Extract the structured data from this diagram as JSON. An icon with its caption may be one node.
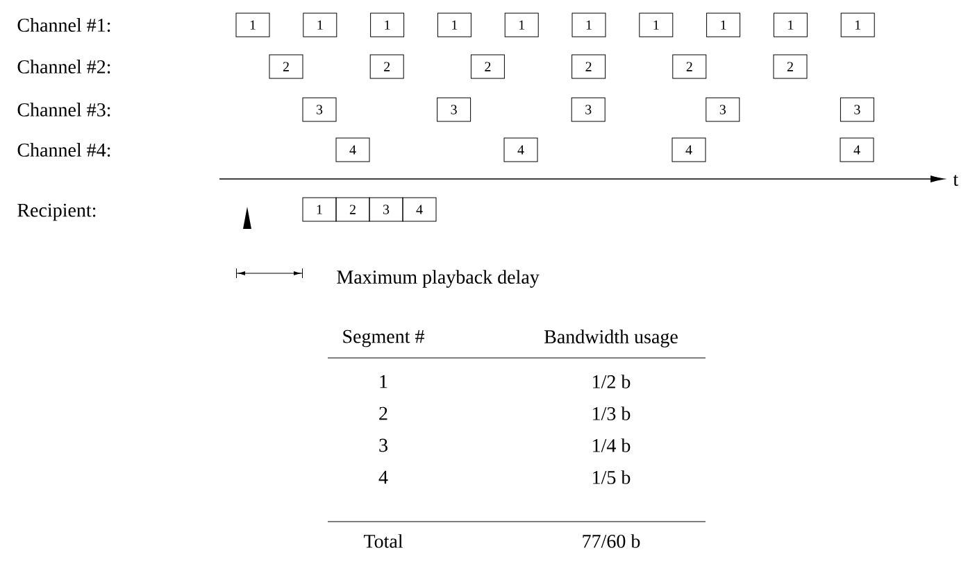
{
  "diagram": {
    "nodes": [
      {
        "text": [
          "1"
        ]
      },
      {
        "text": [
          "1"
        ]
      },
      {
        "text": [
          "1"
        ]
      },
      {
        "text": [
          "1"
        ]
      },
      {
        "text": [
          "1"
        ]
      },
      {
        "text": [
          "1"
        ]
      },
      {
        "text": [
          "1"
        ]
      },
      {
        "text": [
          "1"
        ]
      },
      {
        "text": [
          "1"
        ]
      },
      {
        "text": [
          "1"
        ]
      },
      {
        "text": [
          "2"
        ]
      },
      {
        "text": [
          "2"
        ]
      },
      {
        "text": [
          "2"
        ]
      },
      {
        "text": [
          "2"
        ]
      },
      {
        "text": [
          "2"
        ]
      },
      {
        "text": [
          "2"
        ]
      },
      {
        "text": [
          "3"
        ]
      },
      {
        "text": [
          "3"
        ]
      },
      {
        "text": [
          "3"
        ]
      },
      {
        "text": [
          "3"
        ]
      },
      {
        "text": [
          "3"
        ]
      },
      {
        "text": [
          "4"
        ]
      },
      {
        "text": [
          "4"
        ]
      },
      {
        "text": [
          "4"
        ]
      },
      {
        "text": [
          "4"
        ]
      },
      {
        "text": [
          "1"
        ]
      },
      {
        "text": [
          "2"
        ]
      },
      {
        "text": [
          "3"
        ]
      },
      {
        "text": [
          "4"
        ]
      }
    ],
    "labels": [
      "Channel #1:",
      "Channel #2:",
      "Channel #3:",
      "Channel #4:",
      "t",
      "Recipient:",
      "Maximum playback delay",
      "Segment #",
      "Bandwidth usage",
      "1",
      "1/2 b",
      "2",
      "1/3 b",
      "3",
      "1/4 b",
      "4",
      "1/5 b",
      "Total",
      "77/60 b"
    ]
  }
}
